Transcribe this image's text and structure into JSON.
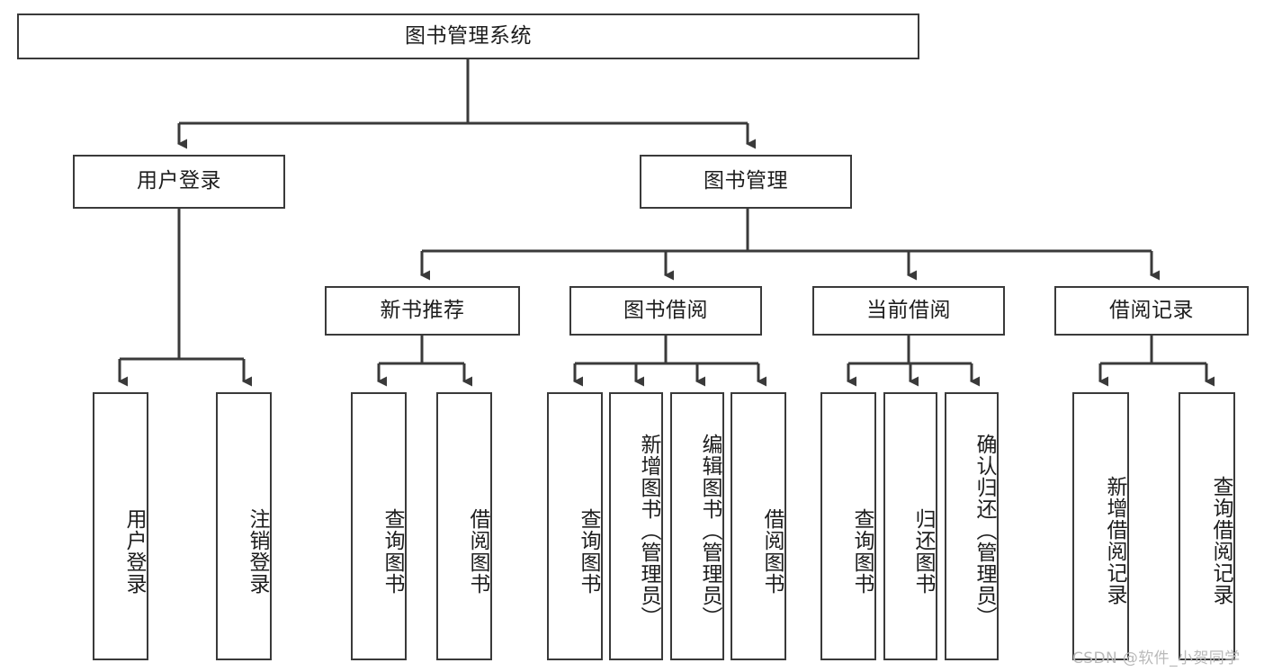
{
  "diagram": {
    "title": "图书管理系统",
    "type": "tree-structure-chart",
    "root": {
      "label": "图书管理系统"
    },
    "level2": [
      {
        "label": "用户登录"
      },
      {
        "label": "图书管理"
      }
    ],
    "level3": [
      {
        "label": "新书推荐"
      },
      {
        "label": "图书借阅"
      },
      {
        "label": "当前借阅"
      },
      {
        "label": "借阅记录"
      }
    ],
    "leaves": {
      "user_login": [
        {
          "label": "用户登录"
        },
        {
          "label": "注销登录"
        }
      ],
      "new_book_recommend": [
        {
          "label": "查询图书"
        },
        {
          "label": "借阅图书"
        }
      ],
      "book_borrow": [
        {
          "label": "查询图书"
        },
        {
          "label": "新增图书（管理员）"
        },
        {
          "label": "编辑图书（管理员）"
        },
        {
          "label": "借阅图书"
        }
      ],
      "current_borrow": [
        {
          "label": "查询图书"
        },
        {
          "label": "归还图书"
        },
        {
          "label": "确认归还（管理员）"
        }
      ],
      "borrow_record": [
        {
          "label": "新增借阅记录"
        },
        {
          "label": "查询借阅记录"
        }
      ]
    }
  },
  "watermark": {
    "text": "CSDN @软件_小贺同学"
  },
  "colors": {
    "border": "#3a3a3a",
    "text": "#1d1d1d",
    "background": "#ffffff",
    "watermark": "#b9b9b9"
  }
}
